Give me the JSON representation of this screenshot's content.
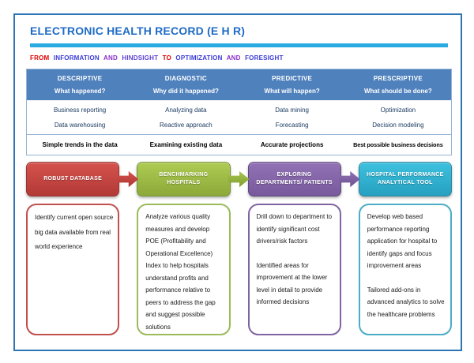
{
  "colors": {
    "frame_border": "#2E75B6",
    "title_blue": "#1F6BC5",
    "bar_cyan": "#29ABE2",
    "header_bg": "#4F81BD",
    "table_border": "#95B3D7",
    "body_text": "#17375E"
  },
  "header": {
    "title": "ELECTRONIC HEALTH RECORD (E H R)",
    "words": [
      {
        "text": "FROM",
        "color": "#E00000"
      },
      {
        "text": "INFORMATION",
        "color": "#3B3BD8"
      },
      {
        "text": "AND",
        "color": "#8B2FC9"
      },
      {
        "text": "HINDSIGHT",
        "color": "#5F3FD6"
      },
      {
        "text": "TO",
        "color": "#E00000"
      },
      {
        "text": "OPTIMIZATION",
        "color": "#3B3BD8"
      },
      {
        "text": "AND",
        "color": "#8B2FC9"
      },
      {
        "text": "FORESIGHT",
        "color": "#3B3BD8"
      }
    ]
  },
  "table": {
    "columns": [
      {
        "name": "DESCRIPTIVE",
        "question": "What happened?",
        "items": [
          "Business reporting",
          "Data warehousing"
        ],
        "summary": "Simple trends in the data"
      },
      {
        "name": "DIAGNOSTIC",
        "question": "Why did it happened?",
        "items": [
          "Analyzing data",
          "Reactive approach"
        ],
        "summary": "Examining existing data"
      },
      {
        "name": "PREDICTIVE",
        "question": "What will happen?",
        "items": [
          "Data mining",
          "Forecasting"
        ],
        "summary": "Accurate projections"
      },
      {
        "name": "PRESCRIPTIVE",
        "question": "What should be done?",
        "items": [
          "Optimization",
          "Decision modeling"
        ],
        "summary": "Best possible business decisions"
      }
    ]
  },
  "flow": {
    "steps": [
      {
        "label": "ROBUST DATABASE",
        "color_top": "#D5524D",
        "color_bottom": "#B23936",
        "border": "#943634"
      },
      {
        "label": "BENCHMARKING HOSPITALS",
        "color_top": "#AECB53",
        "color_bottom": "#8CA939",
        "border": "#77933C"
      },
      {
        "label": "EXPLORING DEPARTMENTS/ PATIENTS",
        "color_top": "#9272B5",
        "color_bottom": "#77599C",
        "border": "#5F497A"
      },
      {
        "label": "HOSPITAL PERFORMANCE ANALYTICAL TOOL",
        "color_top": "#3EC1DE",
        "color_bottom": "#26A0C0",
        "border": "#31859C"
      }
    ],
    "arrows": [
      {
        "color_top": "#D9534F",
        "color_bottom": "#A93430"
      },
      {
        "color_top": "#A9C84F",
        "color_bottom": "#7E9A2E"
      },
      {
        "color_top": "#9372B4",
        "color_bottom": "#6B4F91"
      }
    ]
  },
  "notes": [
    {
      "border": "#C0504D",
      "paragraphs": [
        "Identify current open source big data available from real world experience"
      ]
    },
    {
      "border": "#9BBB59",
      "paragraphs": [
        "Analyze various quality measures and develop POE (Profitability and Operational Excellence) Index to help hospitals understand profits and performance relative to peers to address the gap and suggest possible solutions"
      ]
    },
    {
      "border": "#8064A2",
      "paragraphs": [
        "Drill down to department to identify significant cost drivers/risk factors",
        "Identified areas for improvement at the lower level in detail to provide informed decisions"
      ]
    },
    {
      "border": "#4BACC6",
      "paragraphs": [
        "Develop web based performance reporting application for hospital to identify gaps and focus improvement areas",
        "Tailored add-ons in advanced analytics to solve the healthcare problems"
      ]
    }
  ]
}
